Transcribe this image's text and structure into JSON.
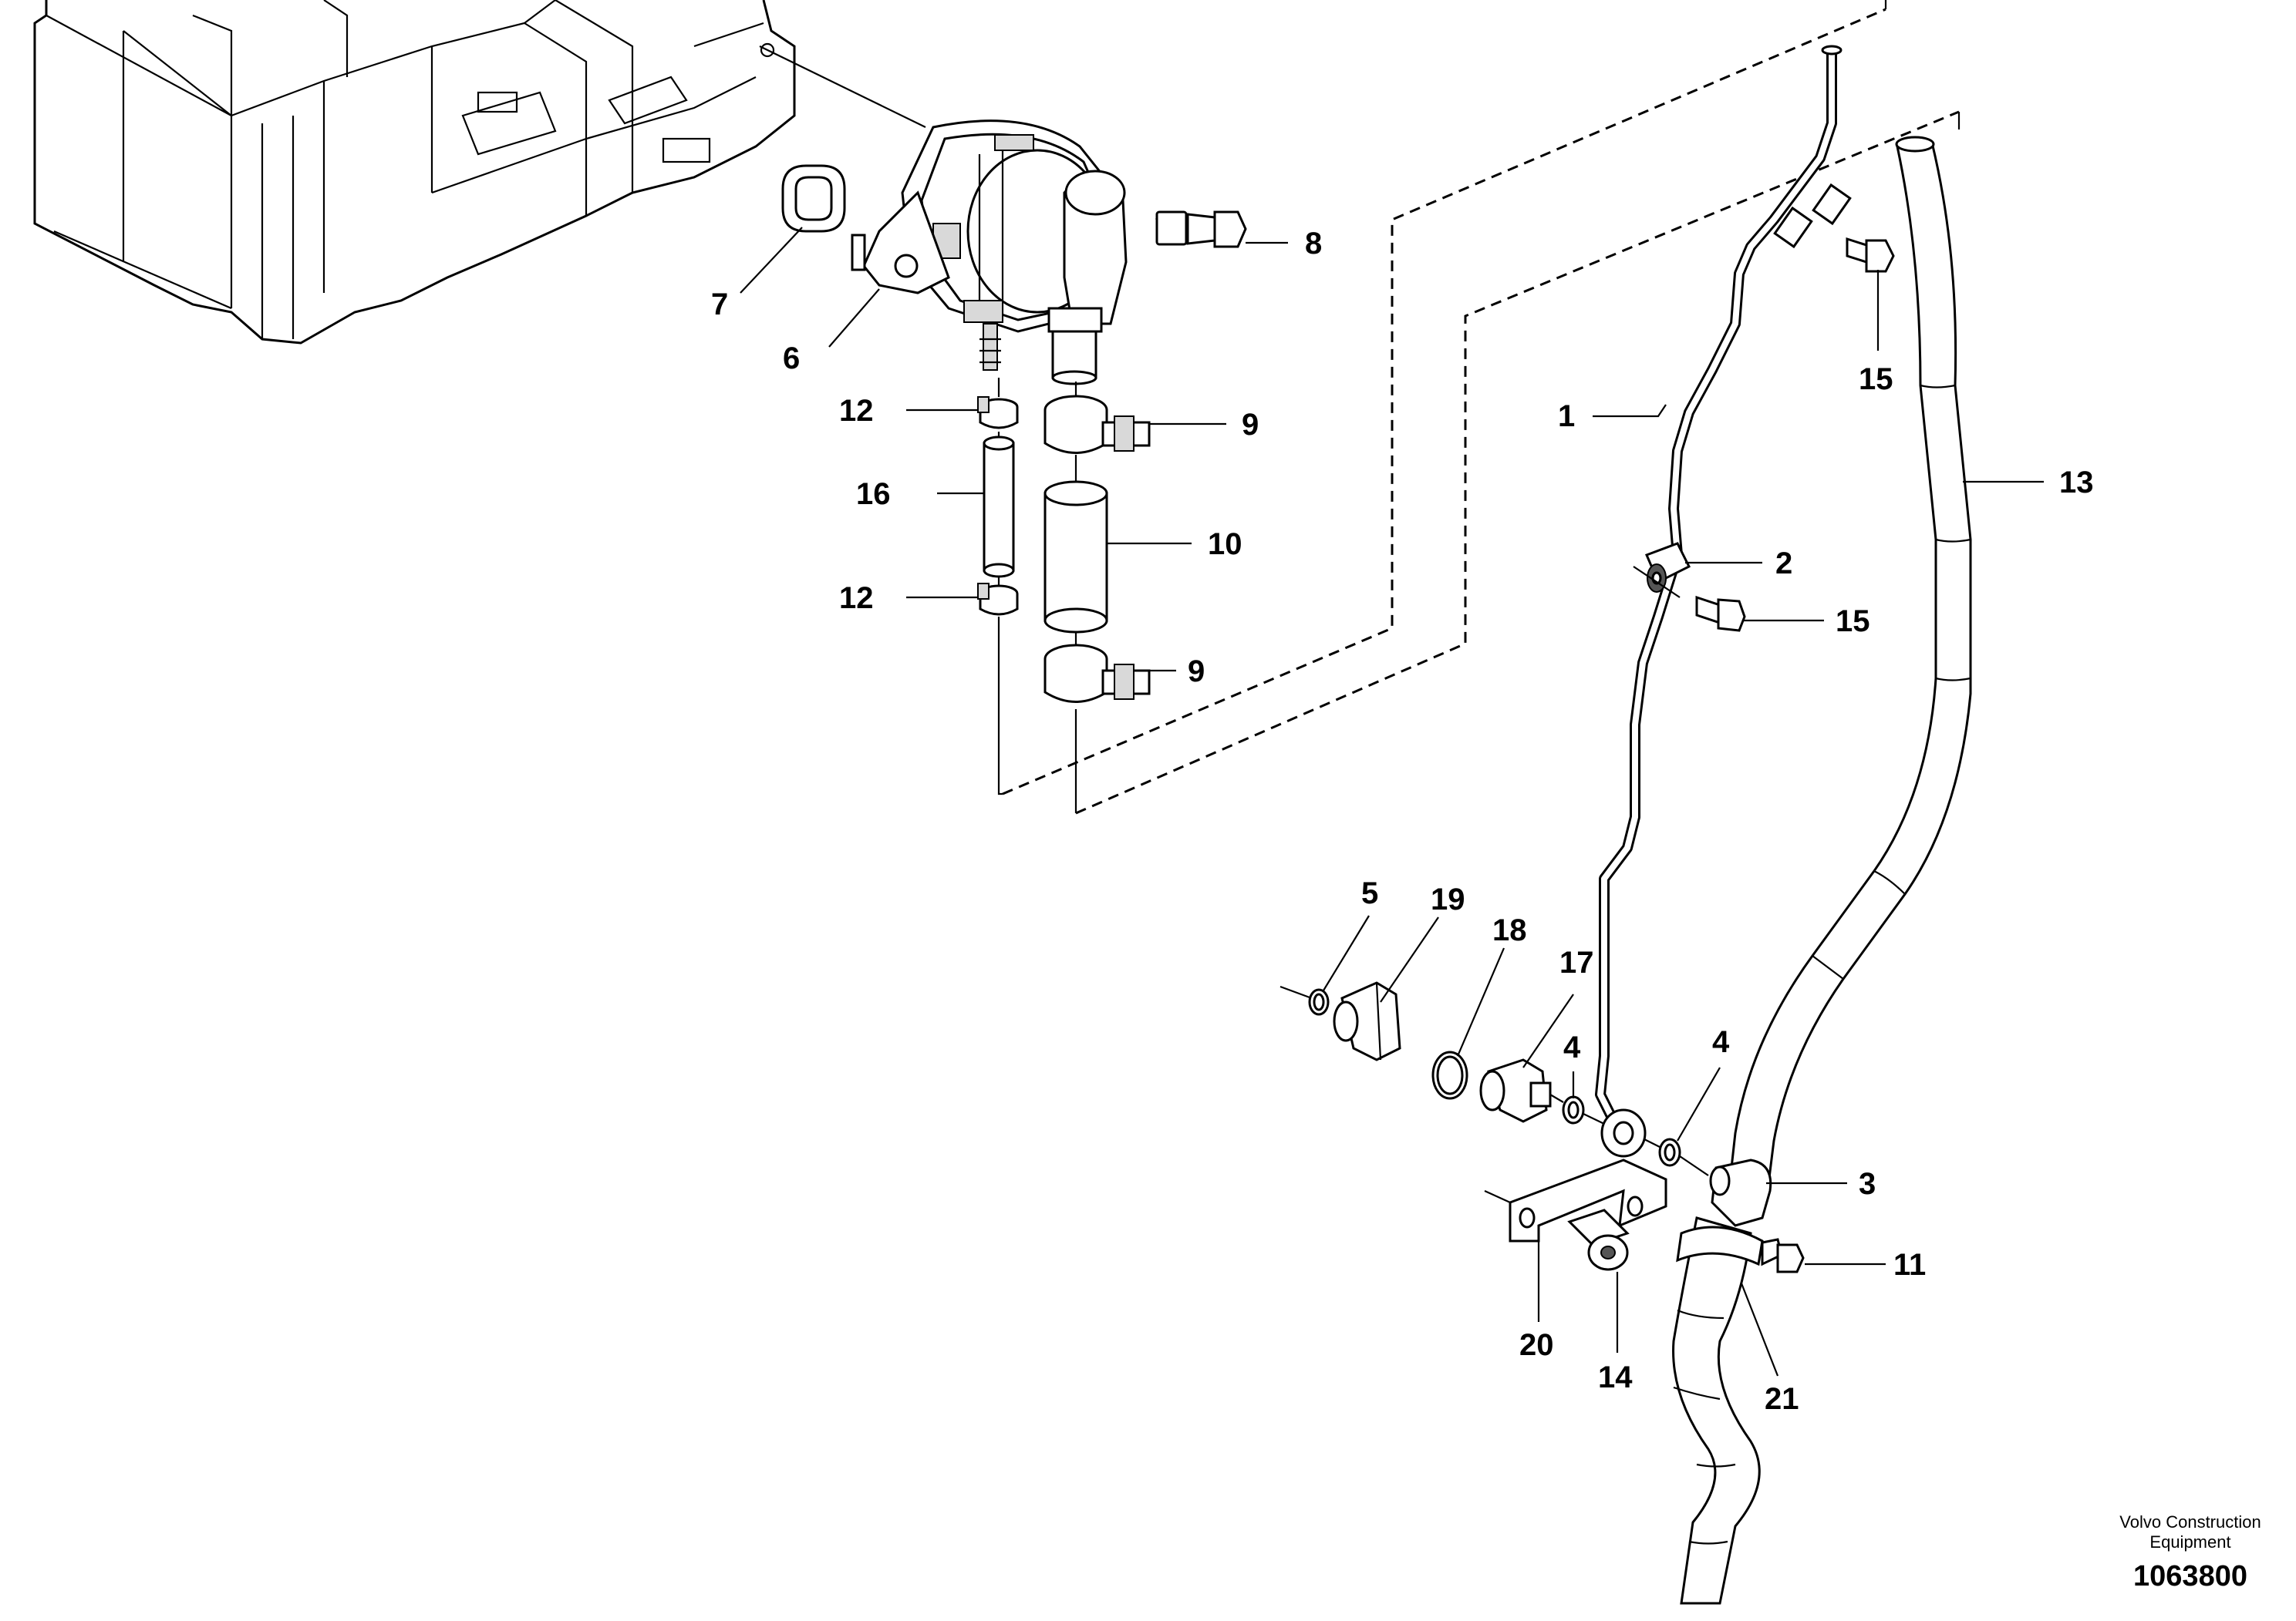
{
  "callouts": [
    {
      "id": "c1",
      "text": "1"
    },
    {
      "id": "c2",
      "text": "2"
    },
    {
      "id": "c3",
      "text": "3"
    },
    {
      "id": "c4a",
      "text": "4"
    },
    {
      "id": "c4b",
      "text": "4"
    },
    {
      "id": "c5",
      "text": "5"
    },
    {
      "id": "c6",
      "text": "6"
    },
    {
      "id": "c7",
      "text": "7"
    },
    {
      "id": "c8",
      "text": "8"
    },
    {
      "id": "c9a",
      "text": "9"
    },
    {
      "id": "c9b",
      "text": "9"
    },
    {
      "id": "c10",
      "text": "10"
    },
    {
      "id": "c11",
      "text": "11"
    },
    {
      "id": "c12a",
      "text": "12"
    },
    {
      "id": "c12b",
      "text": "12"
    },
    {
      "id": "c13",
      "text": "13"
    },
    {
      "id": "c14",
      "text": "14"
    },
    {
      "id": "c15a",
      "text": "15"
    },
    {
      "id": "c15b",
      "text": "15"
    },
    {
      "id": "c16",
      "text": "16"
    },
    {
      "id": "c17",
      "text": "17"
    },
    {
      "id": "c18",
      "text": "18"
    },
    {
      "id": "c19",
      "text": "19"
    },
    {
      "id": "c20",
      "text": "20"
    },
    {
      "id": "c21",
      "text": "21"
    }
  ],
  "footer": {
    "company_line1": "Volvo Construction",
    "company_line2": "Equipment",
    "drawing_number": "1063800"
  }
}
